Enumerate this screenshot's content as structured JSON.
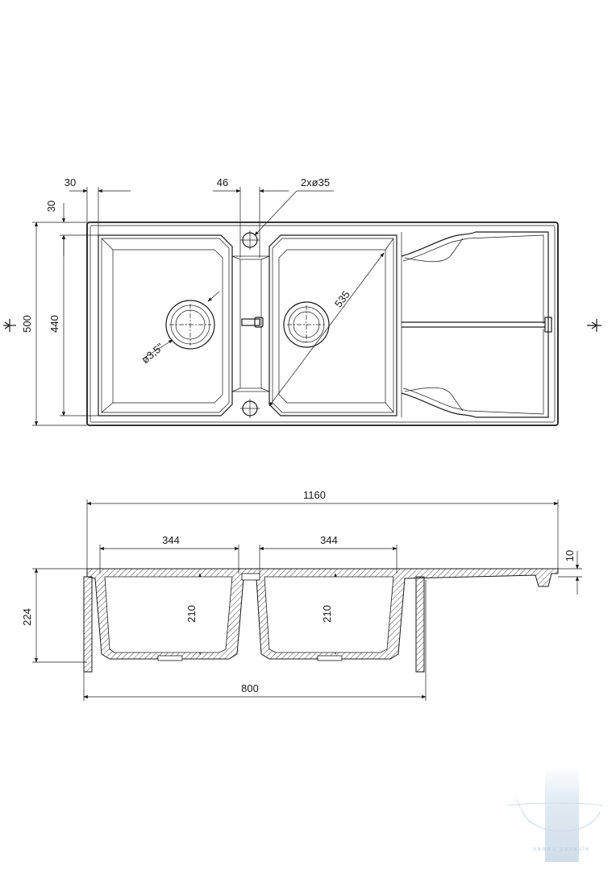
{
  "top_view": {
    "dims": {
      "w30": "30",
      "h30": "30",
      "gap46": "46",
      "holes": "2xø35",
      "diag": "535",
      "drain": "ø3,5\"",
      "h500": "500",
      "h440": "440"
    }
  },
  "side_view": {
    "dims": {
      "total": "1160",
      "bowl1": "344",
      "bowl2": "344",
      "depth1": "210",
      "depth2": "210",
      "height": "224",
      "lip": "10",
      "cabinet": "800"
    }
  },
  "watermark": {
    "brand_text": "vannu pasaule",
    "color": "#c9d8e6"
  }
}
